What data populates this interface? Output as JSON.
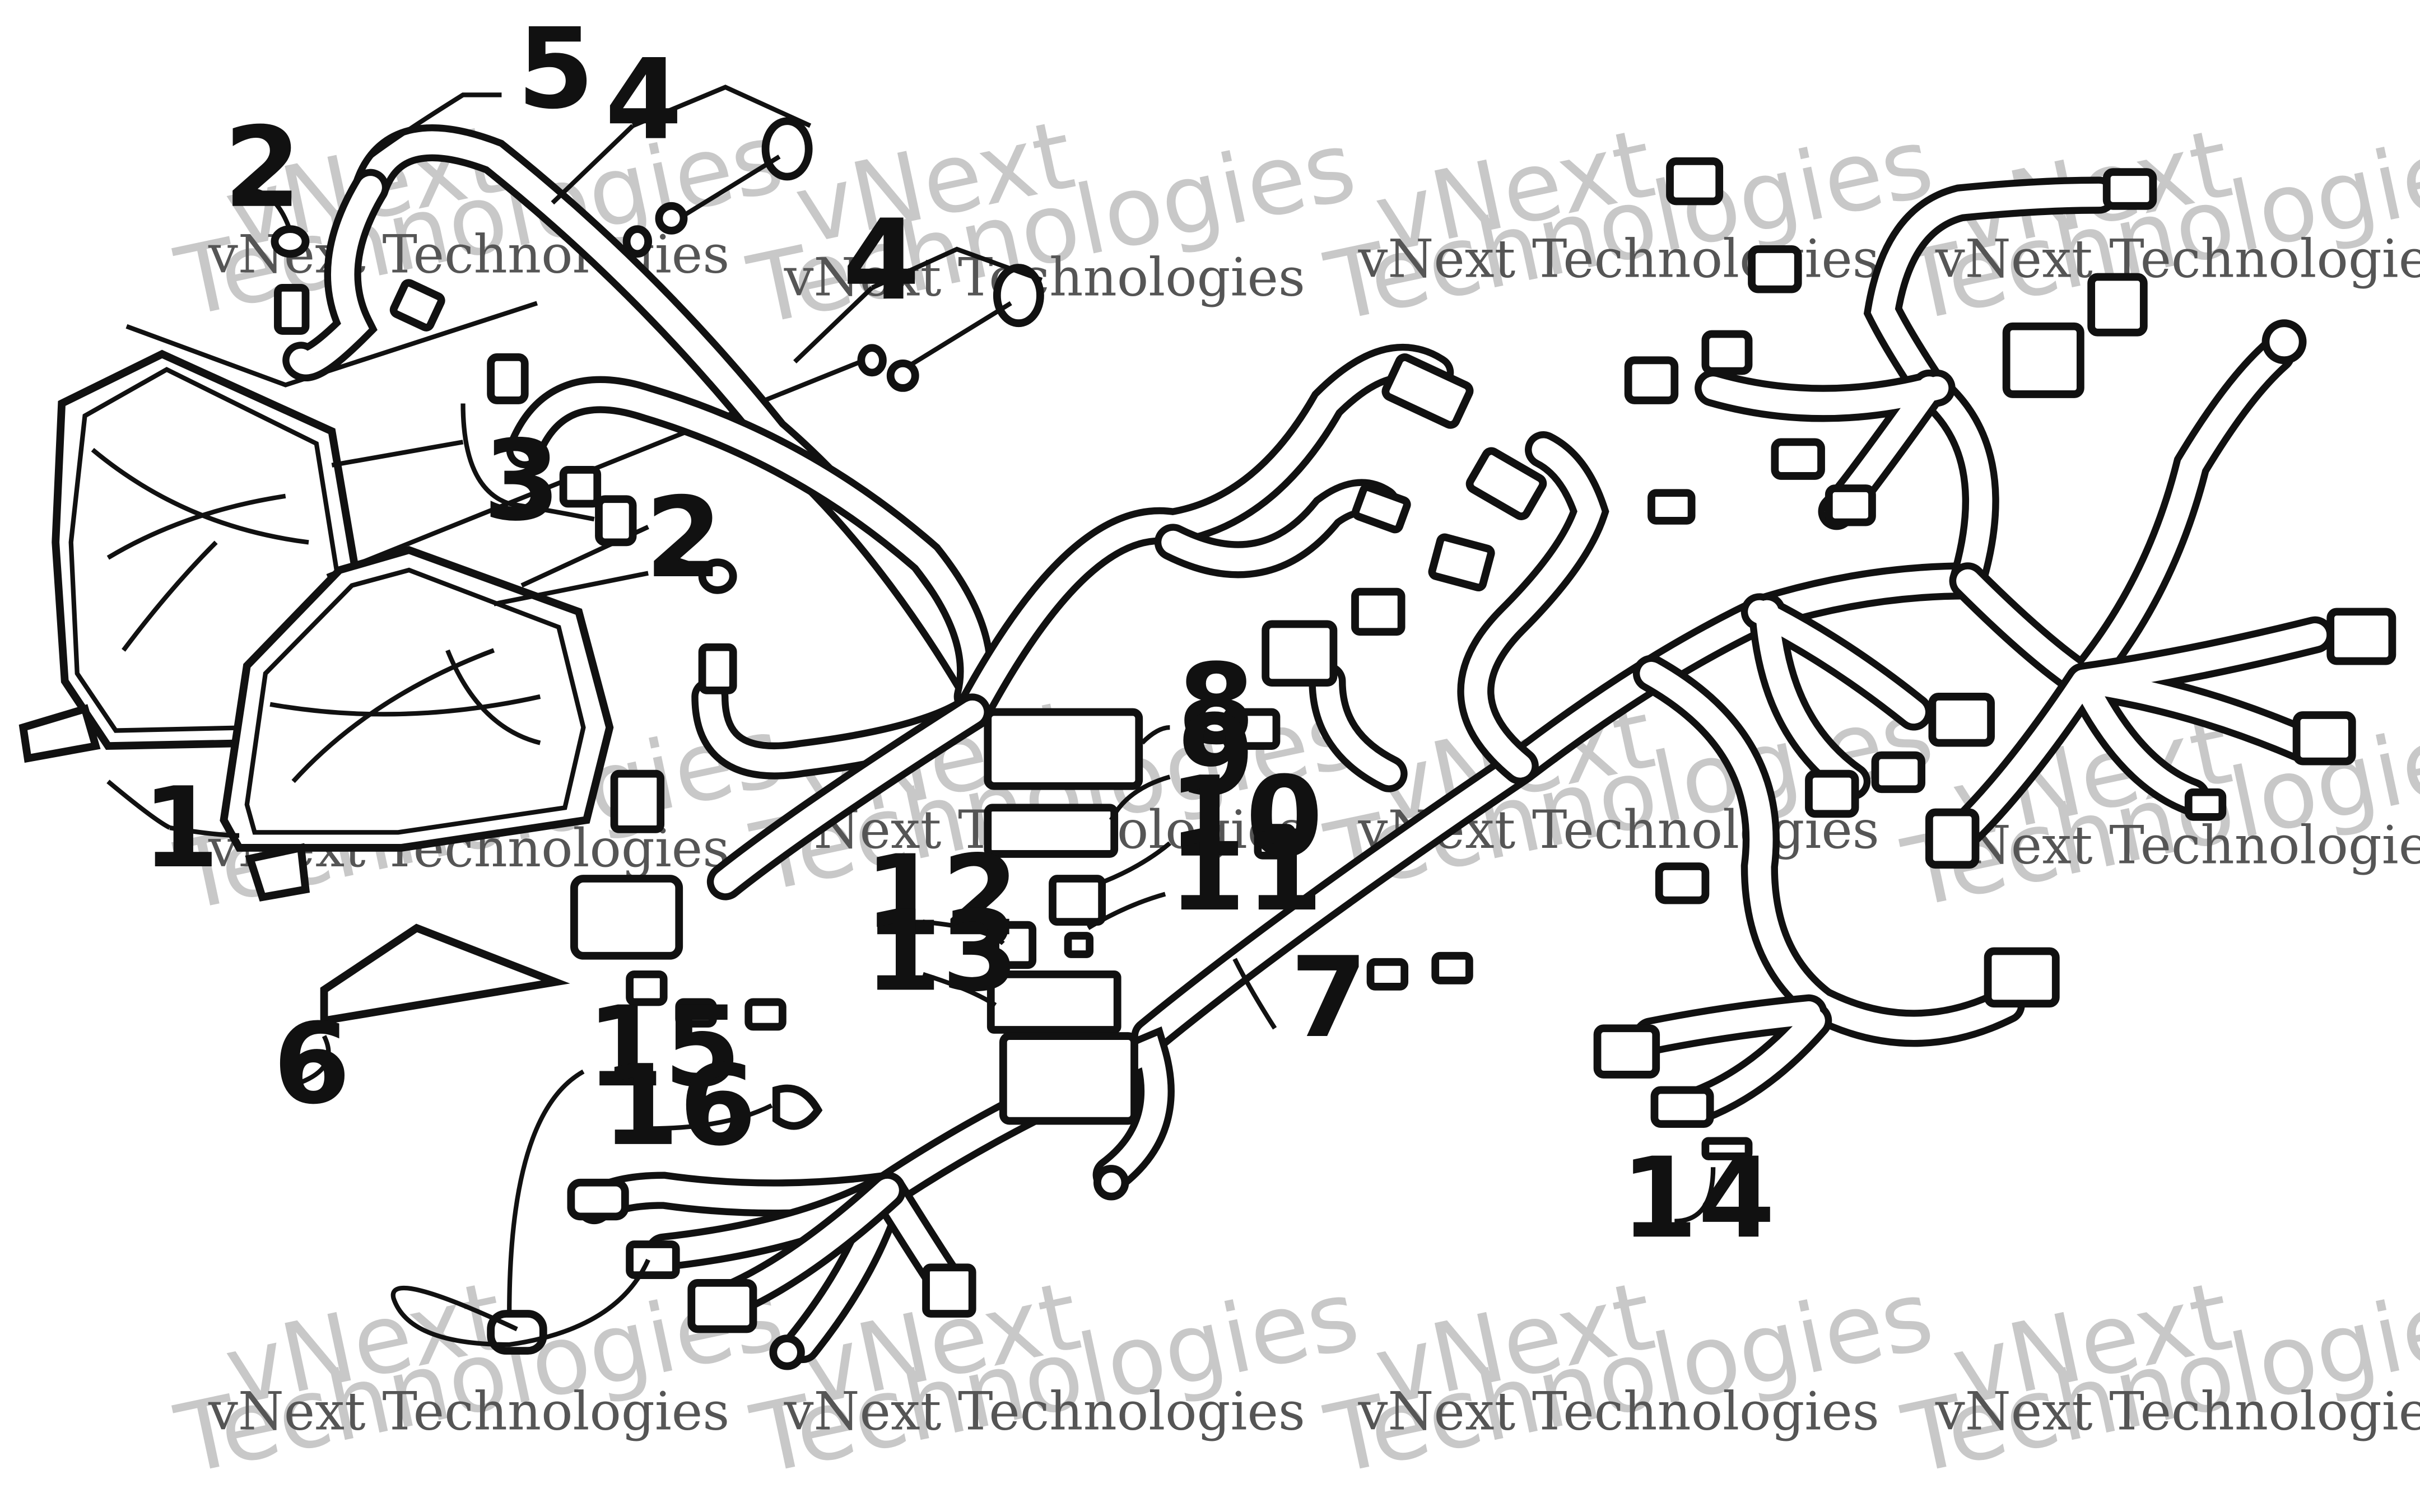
{
  "callouts": [
    {
      "id": "headlight-assembly",
      "label": "1"
    },
    {
      "id": "bulb-socket-upper",
      "label": "2"
    },
    {
      "id": "bulb-socket-lower",
      "label": "2"
    },
    {
      "id": "bulb",
      "label": "3"
    },
    {
      "id": "adjuster-upper",
      "label": "4"
    },
    {
      "id": "adjuster-lower",
      "label": "4"
    },
    {
      "id": "headlight-harness",
      "label": "5"
    },
    {
      "id": "decal",
      "label": "6"
    },
    {
      "id": "main-harness",
      "label": "7"
    },
    {
      "id": "fuse-box-cover",
      "label": "8"
    },
    {
      "id": "gasket",
      "label": "9"
    },
    {
      "id": "relay-large",
      "label": "10"
    },
    {
      "id": "fuse",
      "label": "11"
    },
    {
      "id": "relay-small",
      "label": "12"
    },
    {
      "id": "fuse-label",
      "label": "13"
    },
    {
      "id": "terminal-clip",
      "label": "14"
    },
    {
      "id": "ground-wire",
      "label": "15"
    },
    {
      "id": "cable-tie",
      "label": "16"
    }
  ],
  "watermark": {
    "line1": "vNext Technologies",
    "line2a": "vNext",
    "line2b": "Technologies"
  }
}
